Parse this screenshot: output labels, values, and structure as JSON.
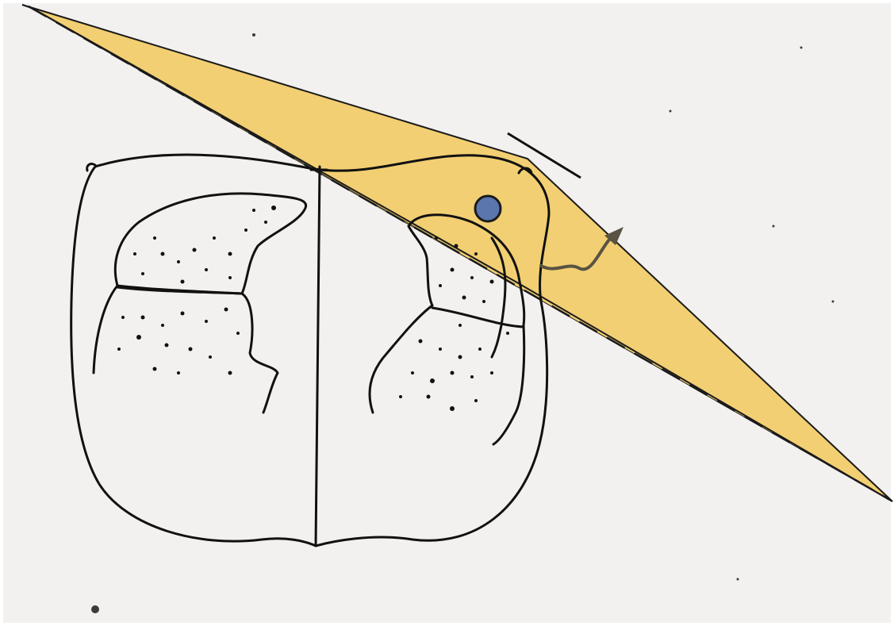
{
  "slide": {
    "background_color": "#f2f1ef",
    "border_color": "#ffffff"
  },
  "colors": {
    "outline": "#111111",
    "beam_fill": "#f2cf72",
    "beam_edge": "#1a1a1a",
    "target": "#5a76ad",
    "target_ring": "#1b1b1b",
    "needle": "#5a5343",
    "dust": "#3a3a3a"
  },
  "elements": {
    "tissue_outline": "spinal-cord-cross-section",
    "beam": "wedge-shaped-beam-with-dashed-axis",
    "target": "blue-dot",
    "trajectory": "wavy-arrow"
  }
}
